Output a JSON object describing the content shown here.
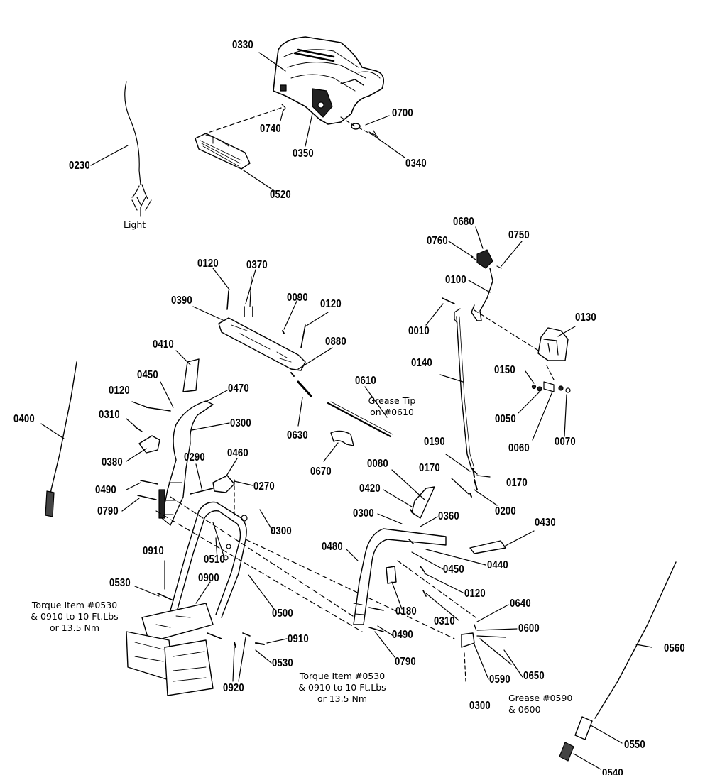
{
  "callouts": {
    "c0330": "0330",
    "c0740": "0740",
    "c0350": "0350",
    "c0700": "0700",
    "c0340": "0340",
    "c0520": "0520",
    "c0230": "0230",
    "c0680": "0680",
    "c0760": "0760",
    "c0750": "0750",
    "c0100": "0100",
    "c0010": "0010",
    "c0130": "0130",
    "c0140": "0140",
    "c0150": "0150",
    "c0050": "0050",
    "c0060": "0060",
    "c0070": "0070",
    "c0190": "0190",
    "c0170a": "0170",
    "c0170b": "0170",
    "c0200": "0200",
    "c0120a": "0120",
    "c0370": "0370",
    "c0390": "0390",
    "c0090": "0090",
    "c0120b": "0120",
    "c0880": "0880",
    "c0610": "0610",
    "c0630": "0630",
    "c0670": "0670",
    "c0410": "0410",
    "c0450a": "0450",
    "c0470": "0470",
    "c0120c": "0120",
    "c0310a": "0310",
    "c0300a": "0300",
    "c0400": "0400",
    "c0380": "0380",
    "c0290": "0290",
    "c0460": "0460",
    "c0270": "0270",
    "c0490a": "0490",
    "c0790a": "0790",
    "c0300b": "0300",
    "c0510": "0510",
    "c0910a": "0910",
    "c0530a": "0530",
    "c0900": "0900",
    "c0500": "0500",
    "c0910b": "0910",
    "c0530b": "0530",
    "c0920": "0920",
    "c0080": "0080",
    "c0420": "0420",
    "c0300c": "0300",
    "c0360": "0360",
    "c0430": "0430",
    "c0480": "0480",
    "c0440": "0440",
    "c0450b": "0450",
    "c0120d": "0120",
    "c0180": "0180",
    "c0310b": "0310",
    "c0490b": "0490",
    "c0790b": "0790",
    "c0640": "0640",
    "c0600": "0600",
    "c0590": "0590",
    "c0650": "0650",
    "c0300d": "0300",
    "c0560": "0560",
    "c0550": "0550",
    "c0540": "0540"
  },
  "notes": {
    "light": "Light",
    "grease_tip": [
      "Grease Tip",
      "on #0610"
    ],
    "torque_left": [
      "Torque Item #0530",
      "& 0910 to 10 Ft.Lbs",
      "or 13.5 Nm"
    ],
    "torque_mid": [
      "Torque Item #0530",
      "& 0910 to 10 Ft.Lbs",
      "or 13.5 Nm"
    ],
    "grease_0590": [
      "Grease #0590",
      "& 0600"
    ]
  }
}
